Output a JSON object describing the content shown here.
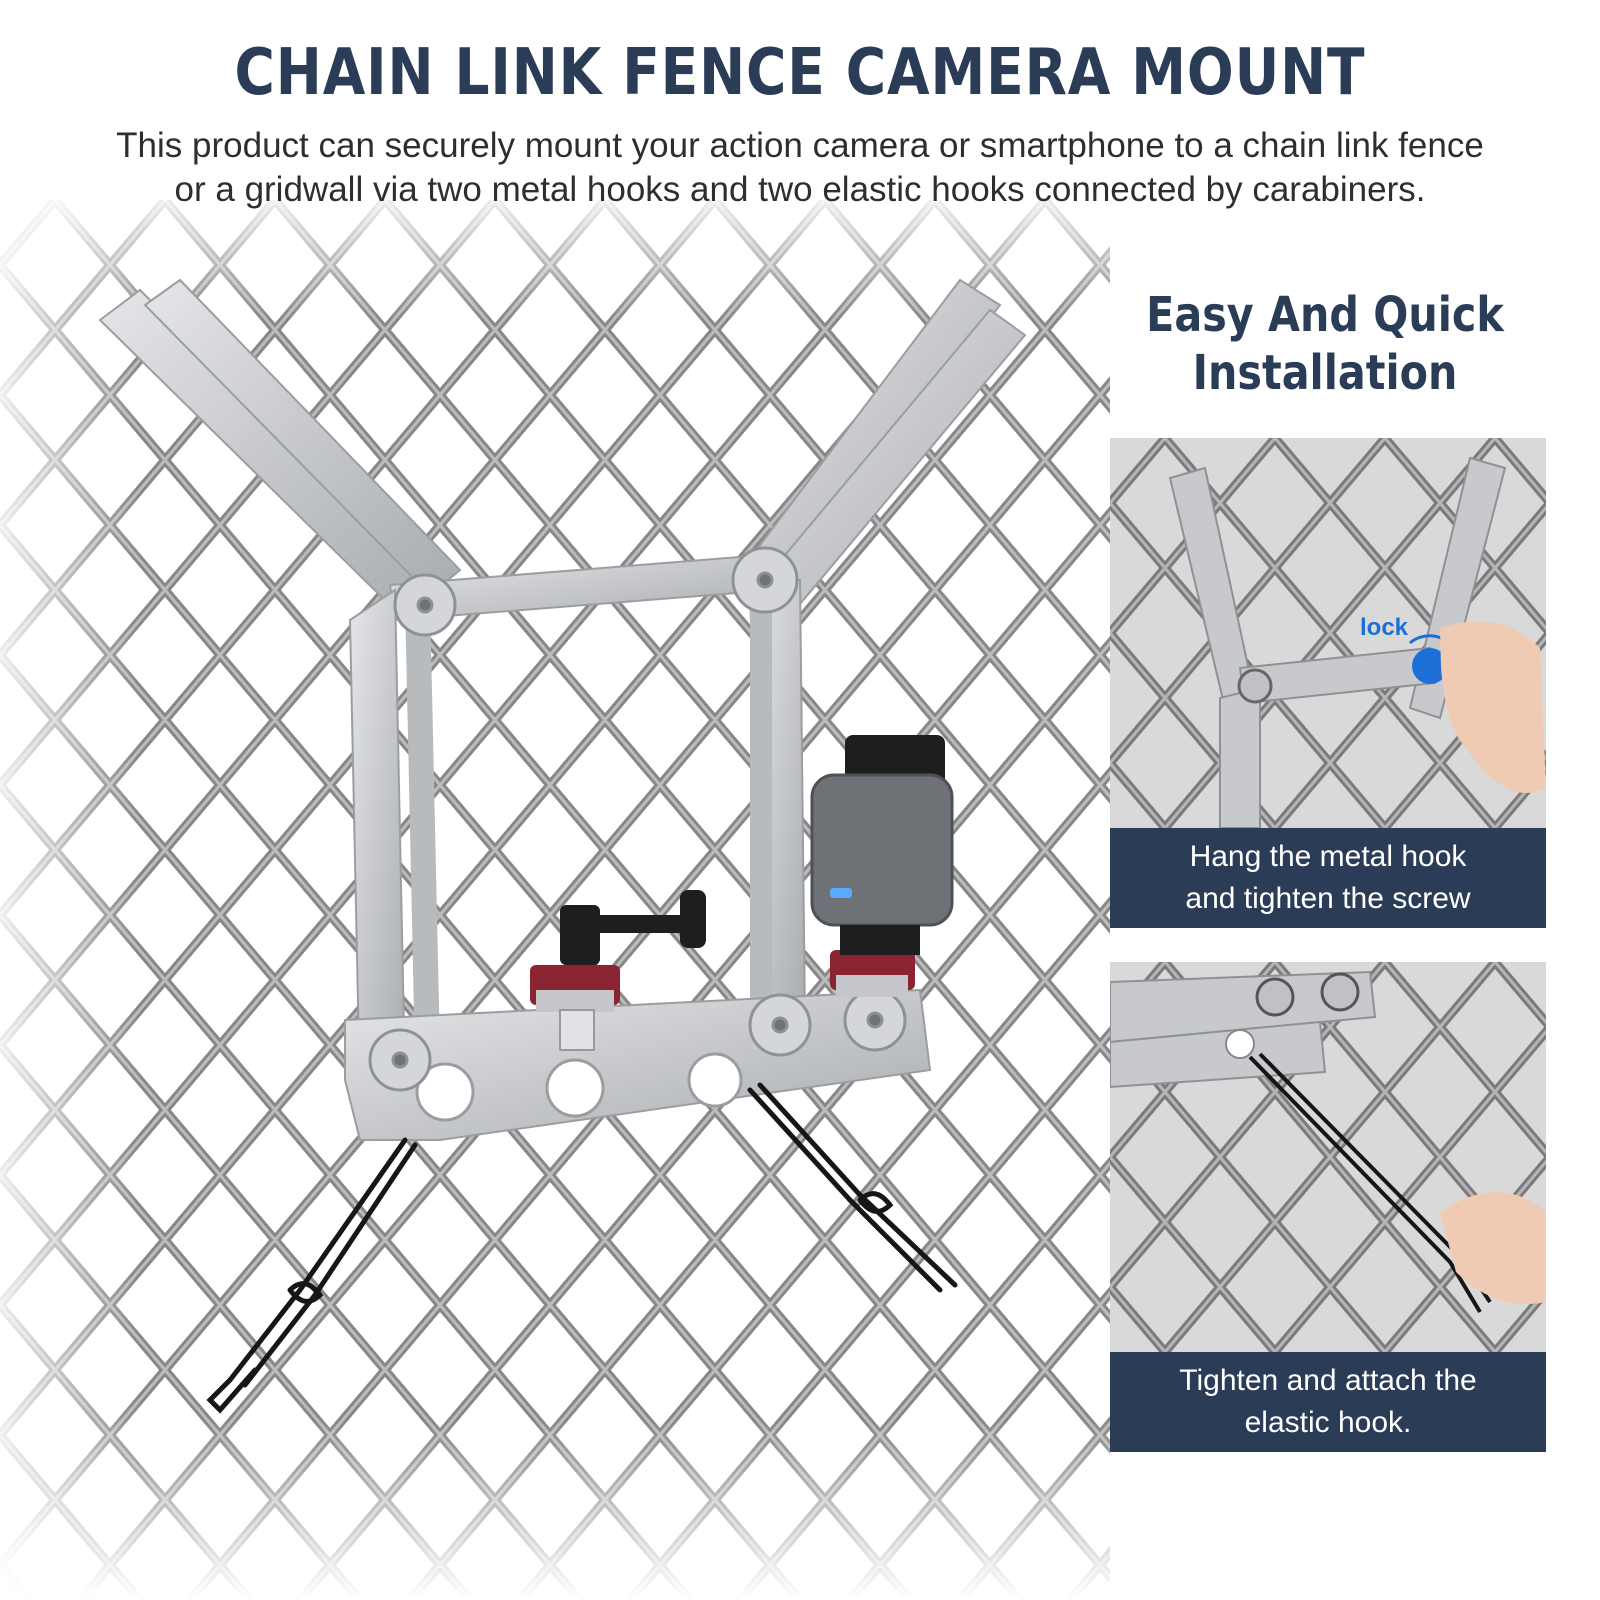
{
  "header": {
    "title": "CHAIN LINK FENCE CAMERA MOUNT",
    "subtitle": "This product can securely mount your action camera or smartphone to a chain link fence or a gridwall via two metal hooks and two elastic hooks connected by carabiners."
  },
  "side": {
    "title": "Easy And Quick Installation"
  },
  "steps": [
    {
      "caption": "Hang the metal hook\nand tighten the screw",
      "annotation": "lock"
    },
    {
      "caption": "Tighten and attach the\nelastic hook."
    }
  ],
  "colors": {
    "navy": "#2b3c57",
    "fence": "#6b6b6b",
    "aluminum": "#c9cbce",
    "lock_blue": "#1c6fd6",
    "accent_red": "#8a2430"
  },
  "icons": [
    "chain-link-fence-graphic",
    "camera-mount-frame",
    "action-camera",
    "elastic-hook",
    "blue-lock-knob",
    "hand"
  ]
}
